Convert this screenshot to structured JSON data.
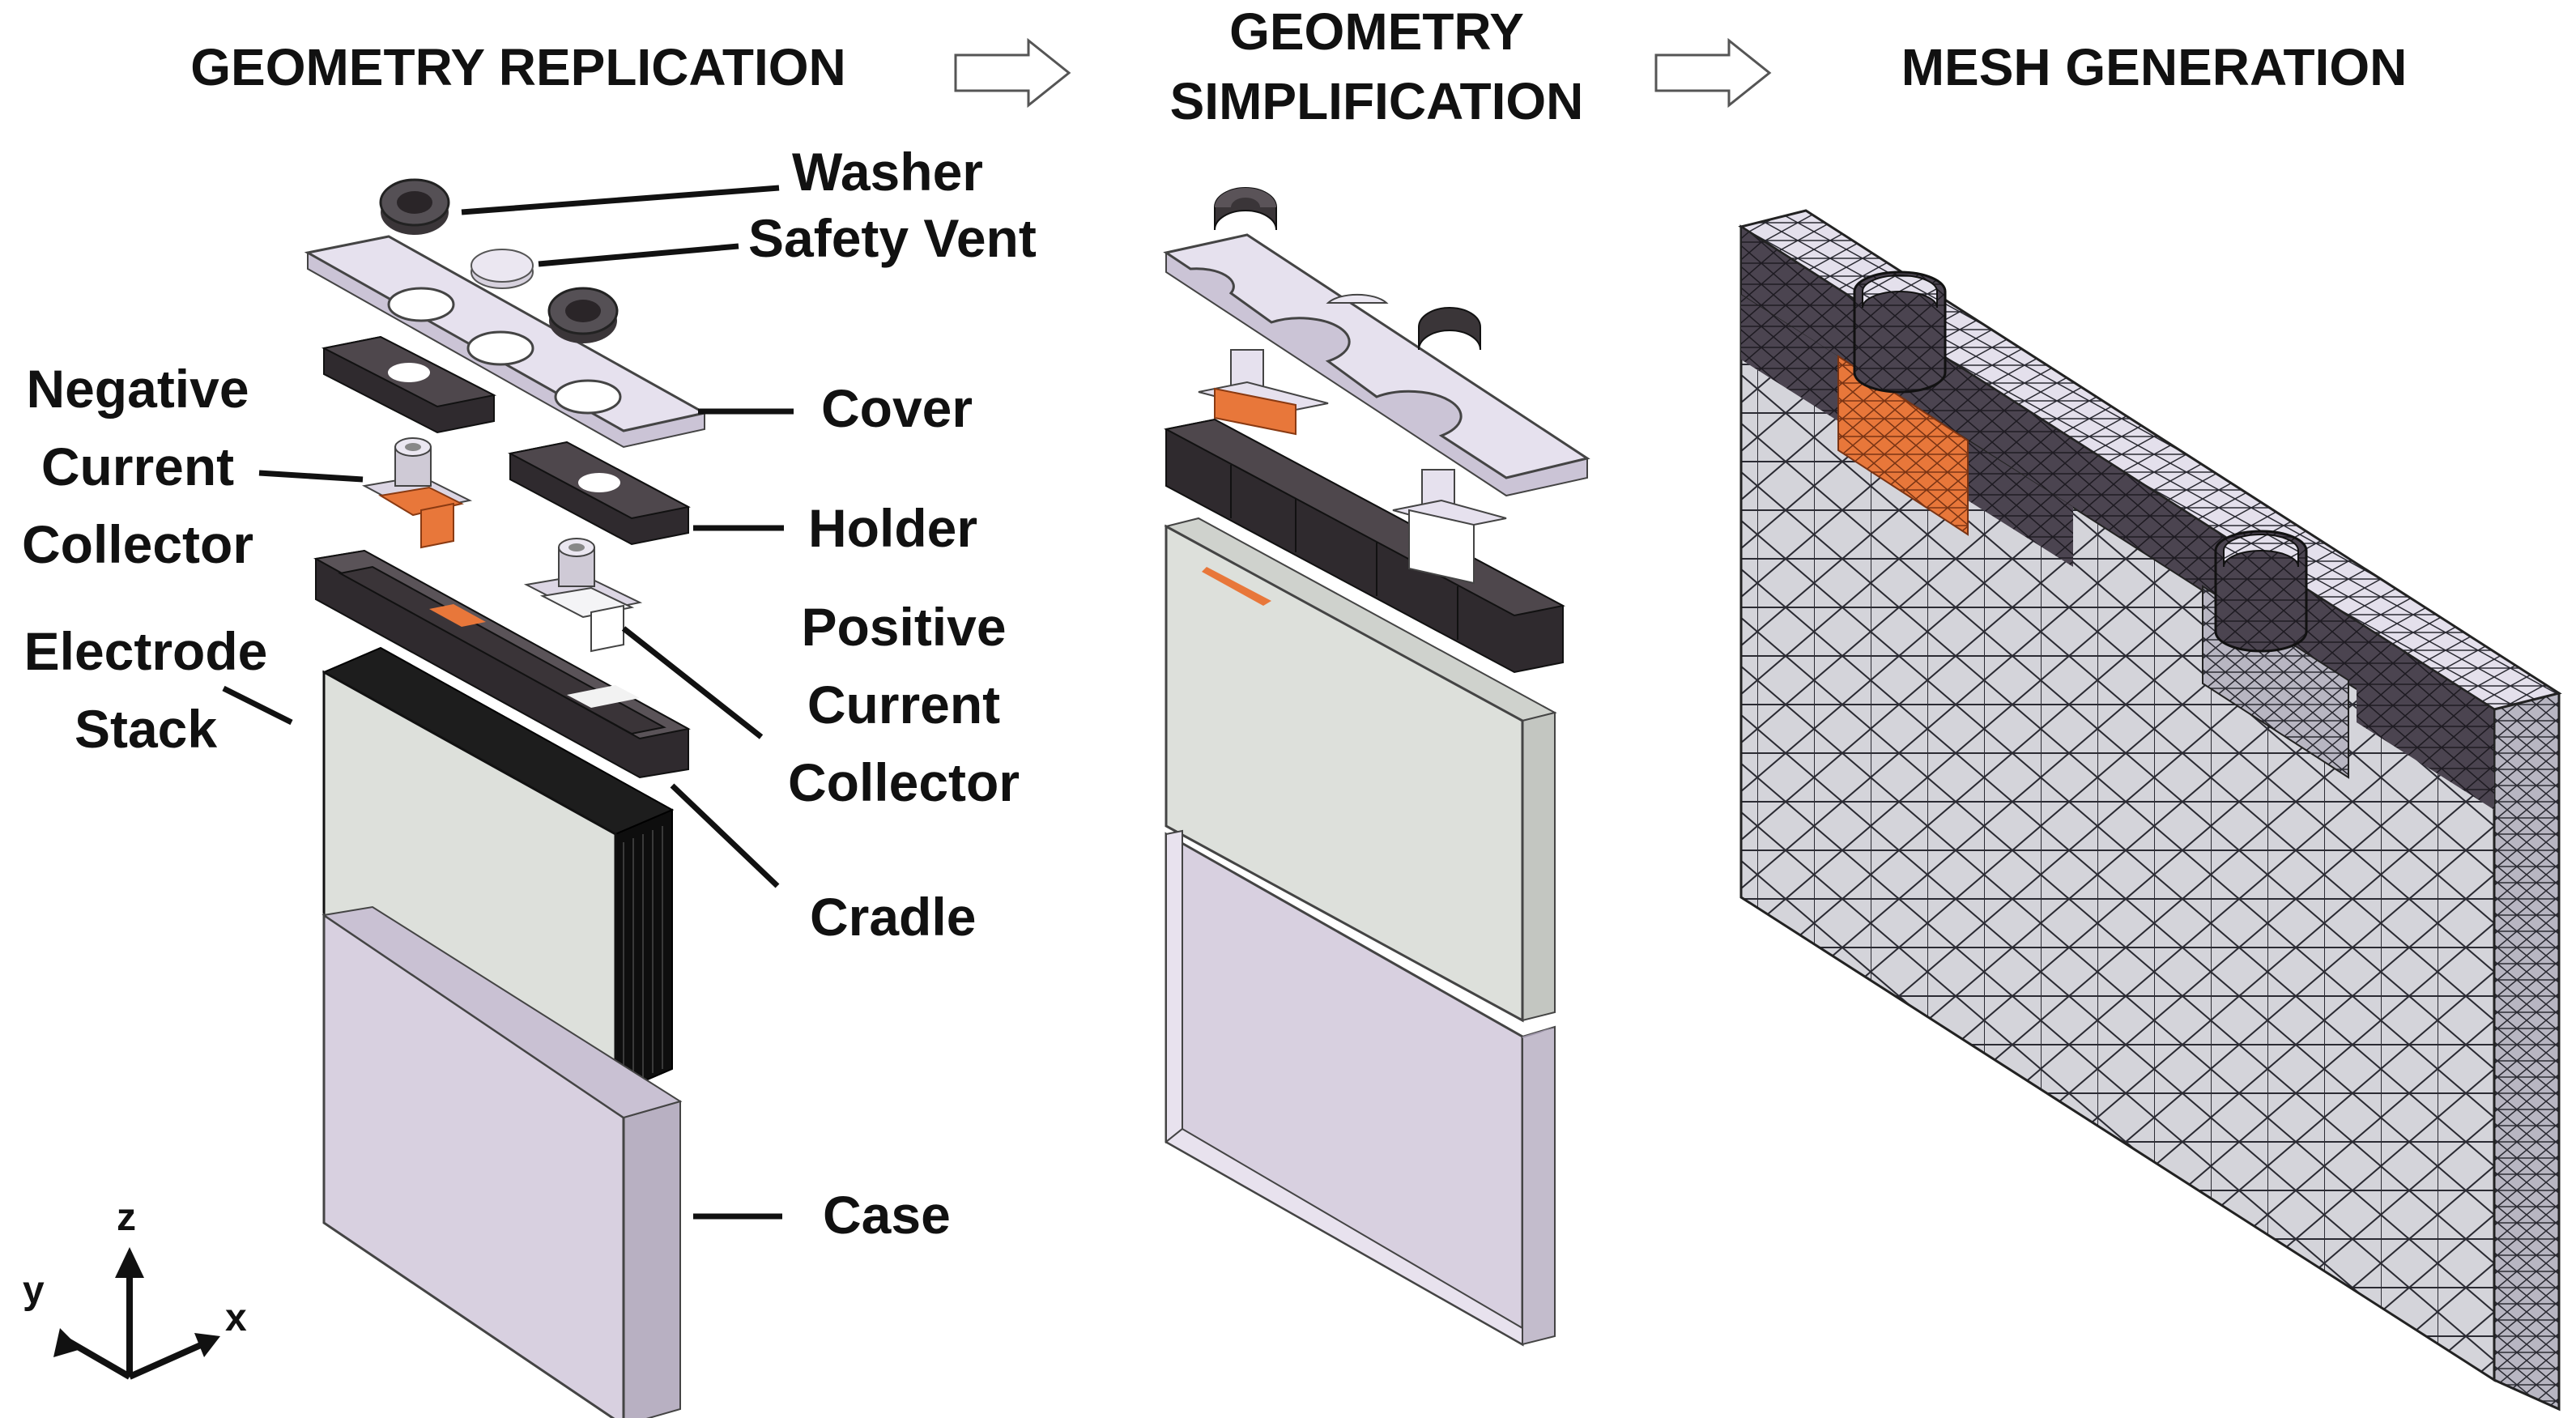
{
  "stages": {
    "replication": "GEOMETRY REPLICATION",
    "simplification": "GEOMETRY\nSIMPLIFICATION",
    "mesh": "MESH GENERATION"
  },
  "labels": {
    "washer": "Washer",
    "safety_vent": "Safety Vent",
    "cover": "Cover",
    "negative_collector": "Negative\nCurrent\nCollector",
    "holder": "Holder",
    "positive_collector": "Positive\nCurrent\nCollector",
    "electrode_stack": "Electrode\nStack",
    "cradle": "Cradle",
    "case": "Case"
  },
  "axes": {
    "x": "x",
    "y": "y",
    "z": "z"
  },
  "colors": {
    "cover": "#e6e1ee",
    "case": "#d8d0e0",
    "dark_part": "#4a4347",
    "copper": "#e8773a",
    "stack_face": "#dde0db",
    "stack_edge": "#1a1a1a",
    "mesh_line": "#2a2a30",
    "mesh_fill": "#cfcfd6"
  }
}
